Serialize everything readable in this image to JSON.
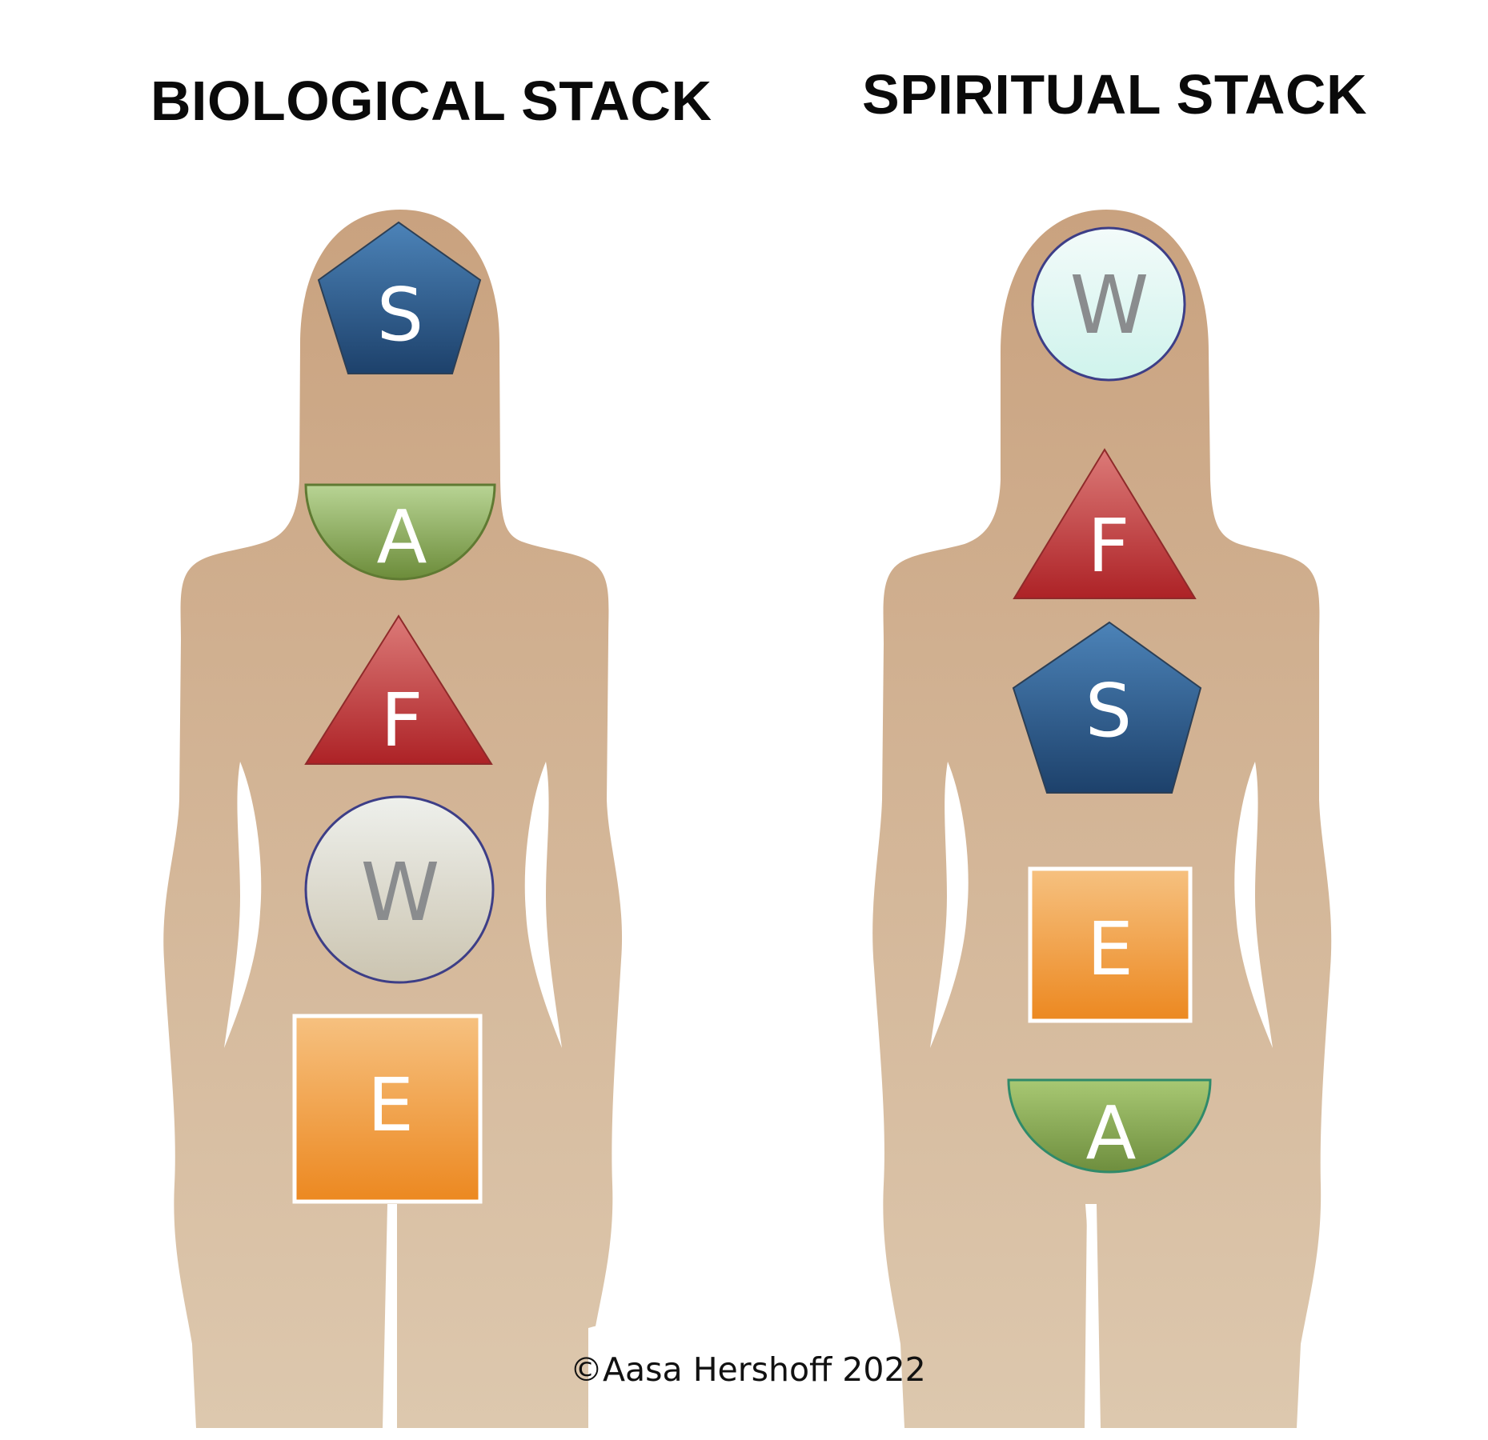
{
  "diagram": {
    "left_title": "BIOLOGICAL STACK",
    "right_title": "SPIRITUAL STACK",
    "copyright": "©Aasa Hershoff 2022"
  },
  "left_stack": {
    "title": "BIOLOGICAL STACK",
    "items": [
      {
        "letter": "S",
        "shape": "pentagon",
        "position": "head",
        "color": "#2b5c8f"
      },
      {
        "letter": "A",
        "shape": "half-circle",
        "position": "throat",
        "color": "#8aad5c"
      },
      {
        "letter": "F",
        "shape": "triangle",
        "position": "chest",
        "color": "#c03a3a"
      },
      {
        "letter": "W",
        "shape": "circle",
        "position": "belly",
        "color": "#d8d8cc"
      },
      {
        "letter": "E",
        "shape": "square",
        "position": "pelvis",
        "color": "#f0a040"
      }
    ]
  },
  "right_stack": {
    "title": "SPIRITUAL STACK",
    "items": [
      {
        "letter": "W",
        "shape": "circle",
        "position": "head",
        "color": "#dff5f3"
      },
      {
        "letter": "F",
        "shape": "triangle",
        "position": "throat",
        "color": "#c03a3a"
      },
      {
        "letter": "S",
        "shape": "pentagon",
        "position": "chest",
        "color": "#2b5c8f"
      },
      {
        "letter": "E",
        "shape": "square",
        "position": "belly",
        "color": "#f0a040"
      },
      {
        "letter": "A",
        "shape": "half-circle",
        "position": "pelvis",
        "color": "#8aad5c"
      }
    ]
  },
  "colors": {
    "skin_top": "#c9a380",
    "skin_bottom": "#dcc6ac",
    "pentagon_top": "#4a80b5",
    "pentagon_bottom": "#1f4570",
    "triangle_top": "#d87474",
    "triangle_bottom": "#b02326",
    "halfcircle_top": "#b6d28f",
    "halfcircle_bottom": "#6f8f3e",
    "square_top": "#f5c07f",
    "square_bottom": "#ed8a22",
    "circle_left_top": "#eceeea",
    "circle_left_bottom": "#cdc7b4",
    "circle_right_top": "#f1fbfa",
    "circle_right_bottom": "#d2f4ee",
    "w_letter": "#8a8c8e"
  }
}
